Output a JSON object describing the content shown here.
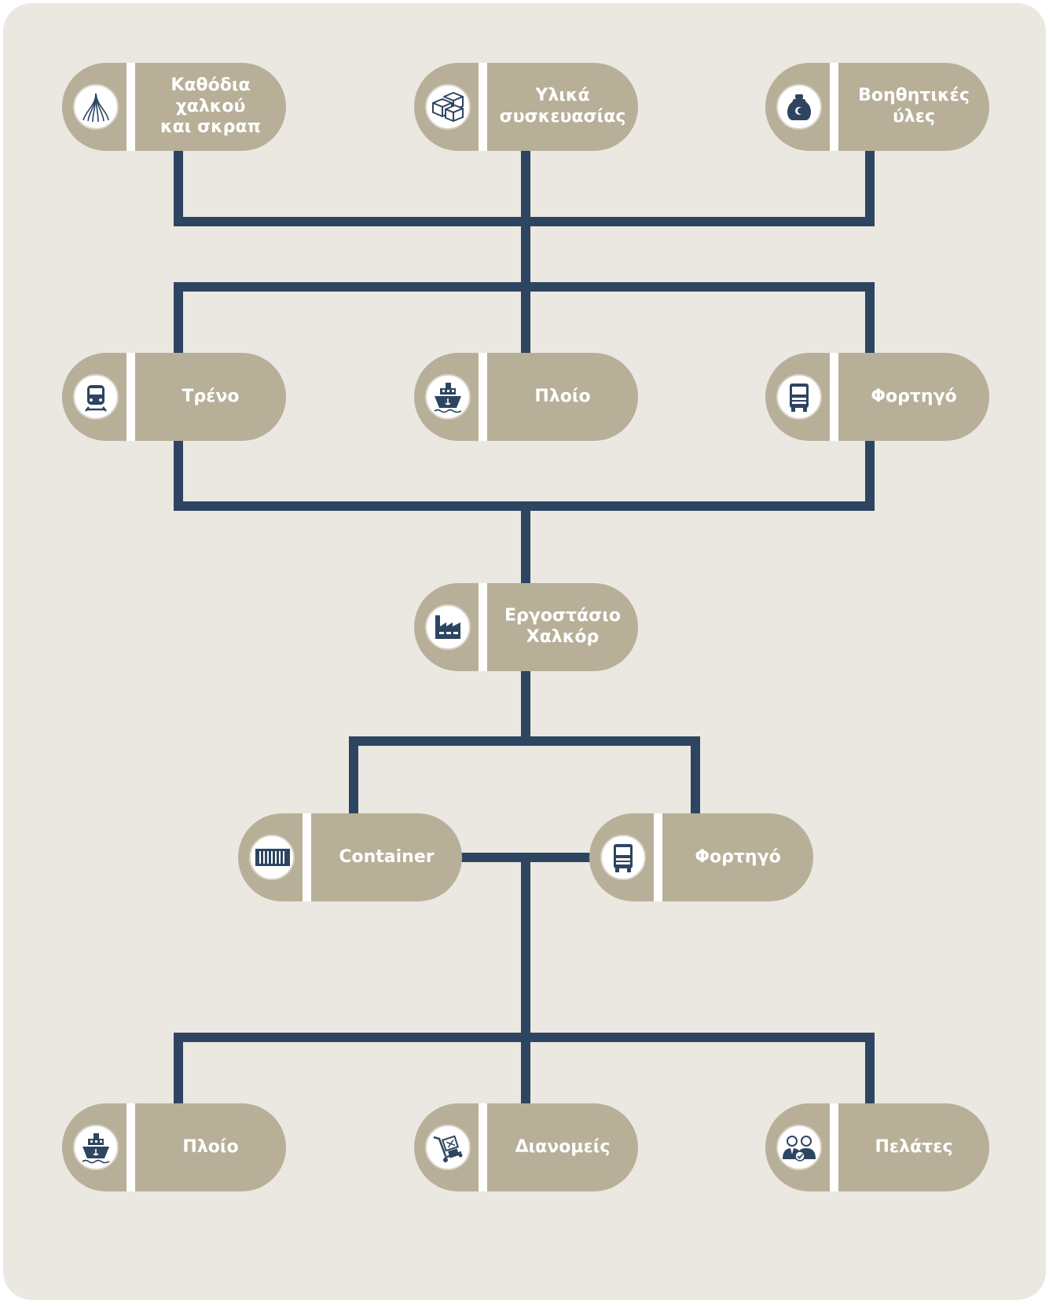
{
  "colors": {
    "panel": "#ebe7e1",
    "node": "#b8af98",
    "connector": "#2d4560",
    "icon": "#2d4560",
    "text": "#ffffff"
  },
  "nodes": {
    "copper_cathodes": {
      "label": "Καθόδια\nχαλκού\nκαι σκραπ",
      "icon": "copper-wire-icon"
    },
    "packaging": {
      "label": "Υλικά\nσυσκευασίας",
      "icon": "boxes-icon"
    },
    "auxiliary": {
      "label": "Βοηθητικές\nύλες",
      "icon": "sack-icon"
    },
    "train": {
      "label": "Τρένο",
      "icon": "train-icon"
    },
    "ship_in": {
      "label": "Πλοίο",
      "icon": "ship-icon"
    },
    "truck_in": {
      "label": "Φορτηγό",
      "icon": "truck-icon"
    },
    "factory": {
      "label": "Εργοστάσιο\nΧαλκόρ",
      "icon": "factory-icon"
    },
    "container": {
      "label": "Container",
      "icon": "container-icon"
    },
    "truck_out": {
      "label": "Φορτηγό",
      "icon": "truck-icon"
    },
    "ship_out": {
      "label": "Πλοίο",
      "icon": "ship-icon"
    },
    "distributors": {
      "label": "Διανομείς",
      "icon": "hand-truck-icon"
    },
    "customers": {
      "label": "Πελάτες",
      "icon": "customers-icon"
    }
  }
}
